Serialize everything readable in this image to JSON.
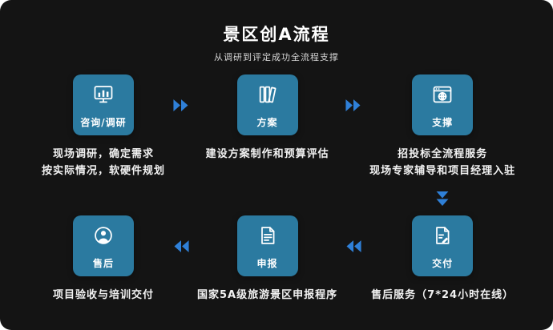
{
  "title": "景区创A流程",
  "subtitle": "从调研到评定成功全流程支撑",
  "colors": {
    "bg": "#141414",
    "card": "#2b7aa0",
    "arrow": "#2f80d8"
  },
  "steps": [
    {
      "id": "consult",
      "label": "咨询/调研",
      "icon": "bar-chart-icon",
      "desc": [
        "现场调研，确定需求",
        "按实际情况，软硬件规划"
      ]
    },
    {
      "id": "plan",
      "label": "方案",
      "icon": "books-icon",
      "desc": [
        "建设方案制作和预算评估"
      ]
    },
    {
      "id": "support",
      "label": "支撑",
      "icon": "browser-globe-icon",
      "desc": [
        "招投标全流程服务",
        "现场专家辅导和项目经理入驻"
      ]
    },
    {
      "id": "delivery",
      "label": "交付",
      "icon": "document-sign-icon",
      "desc": [
        "售后服务（7*24小时在线）"
      ]
    },
    {
      "id": "apply",
      "label": "申报",
      "icon": "document-icon",
      "desc": [
        "国家5A级旅游景区申报程序"
      ]
    },
    {
      "id": "aftersale",
      "label": "售后",
      "icon": "customer-service-icon",
      "desc": [
        "项目验收与培训交付"
      ]
    }
  ]
}
